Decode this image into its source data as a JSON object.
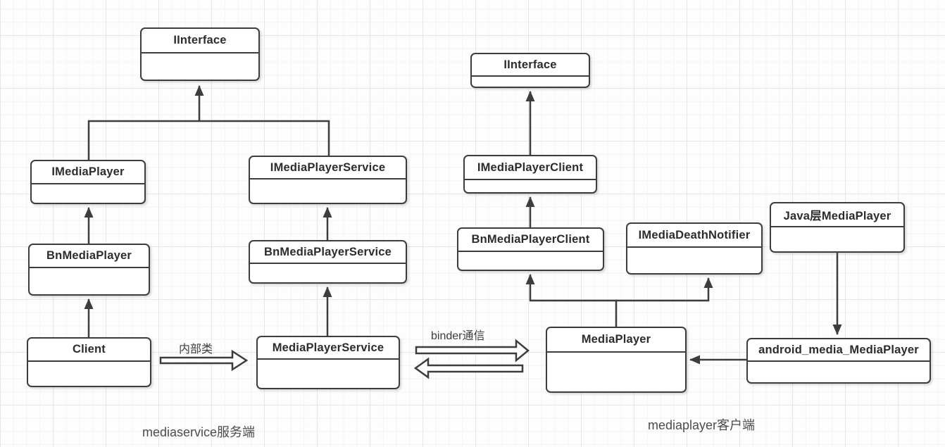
{
  "diagram": {
    "title_hint": "Android MediaPlayer binder architecture class diagram",
    "nodes": [
      {
        "id": "iinterface-left",
        "label": "IInterface"
      },
      {
        "id": "imediaplayer",
        "label": "IMediaPlayer"
      },
      {
        "id": "bnmediaplayer",
        "label": "BnMediaPlayer"
      },
      {
        "id": "client",
        "label": "Client"
      },
      {
        "id": "imediaplayerservice",
        "label": "IMediaPlayerService"
      },
      {
        "id": "bnmediaplayerservice",
        "label": "BnMediaPlayerService"
      },
      {
        "id": "mediaplayerservice",
        "label": "MediaPlayerService"
      },
      {
        "id": "iinterface-right",
        "label": "IInterface"
      },
      {
        "id": "imediaplayerclient",
        "label": "IMediaPlayerClient"
      },
      {
        "id": "bnmediaplayerclient",
        "label": "BnMediaPlayerClient"
      },
      {
        "id": "imediadeathnotifier",
        "label": "IMediaDeathNotifier"
      },
      {
        "id": "java-mediaplayer",
        "label": "Java层MediaPlayer"
      },
      {
        "id": "android-media-mediaplayer",
        "label": "android_media_MediaPlayer"
      },
      {
        "id": "mediaplayer",
        "label": "MediaPlayer"
      }
    ],
    "edge_labels": {
      "inner_class": "内部类",
      "binder": "binder通信"
    },
    "region_labels": {
      "server": "mediaservice服务端",
      "client": "mediaplayer客户端"
    },
    "edges": [
      {
        "from": "IMediaPlayer",
        "to": "IInterface (left)",
        "type": "inheritance"
      },
      {
        "from": "IMediaPlayerService",
        "to": "IInterface (left)",
        "type": "inheritance"
      },
      {
        "from": "BnMediaPlayer",
        "to": "IMediaPlayer",
        "type": "inheritance"
      },
      {
        "from": "Client",
        "to": "BnMediaPlayer",
        "type": "inheritance"
      },
      {
        "from": "BnMediaPlayerService",
        "to": "IMediaPlayerService",
        "type": "inheritance"
      },
      {
        "from": "MediaPlayerService",
        "to": "BnMediaPlayerService",
        "type": "inheritance"
      },
      {
        "from": "IMediaPlayerClient",
        "to": "IInterface (right)",
        "type": "inheritance"
      },
      {
        "from": "BnMediaPlayerClient",
        "to": "IMediaPlayerClient",
        "type": "inheritance"
      },
      {
        "from": "MediaPlayer",
        "to": "BnMediaPlayerClient",
        "type": "inheritance"
      },
      {
        "from": "MediaPlayer",
        "to": "IMediaDeathNotifier",
        "type": "inheritance"
      },
      {
        "from": "Java层MediaPlayer",
        "to": "android_media_MediaPlayer",
        "type": "arrow"
      },
      {
        "from": "android_media_MediaPlayer",
        "to": "MediaPlayer",
        "type": "arrow"
      },
      {
        "from": "Client",
        "to": "MediaPlayerService",
        "type": "hollow-arrow",
        "label": "内部类"
      },
      {
        "from": "MediaPlayerService",
        "to": "MediaPlayer",
        "type": "hollow-arrow-double",
        "label": "binder通信"
      }
    ],
    "colors": {
      "line": "#3d3d3d",
      "box_border": "#3d3d3d",
      "box_fill": "#ffffff",
      "grid_minor": "#f3f3f6",
      "grid_major": "#e6e6ea",
      "background": "#fdfdfe",
      "title_text": "#2c2c2c",
      "label_text": "#4c4c4c"
    }
  }
}
